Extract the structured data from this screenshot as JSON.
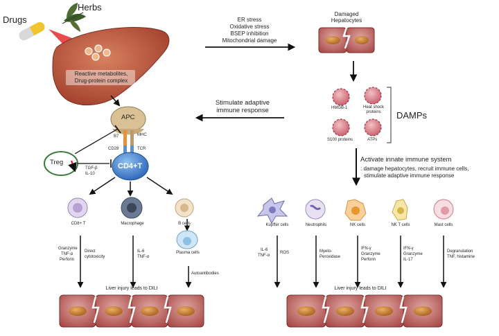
{
  "labels": {
    "drugs": "Drugs",
    "herbs": "Herbs",
    "reactive_metabolites": "Reactive metabolites,",
    "drug_protein_complex": "Drug-protein complex",
    "er_stress": "ER stress",
    "oxidative_stress": "Oxidative stress",
    "bsep_inhibition": "BSEP inhibition",
    "mitochondrial_damage": "Mitochondrial damage",
    "damaged": "Damaged",
    "hepatocytes": "Hepatocytes",
    "stimulate_adaptive": "Stimulate adaptive",
    "immune_response": "immune response",
    "hmgb1": "HMGB-1",
    "heat_shock_1": "Heat shock",
    "heat_shock_2": "proteins",
    "s100": "S100 proteins",
    "atps": "ATPs",
    "damps": "DAMPs",
    "apc": "APC",
    "b7": "B7",
    "mhc": "MHC",
    "cd28": "CD28",
    "tcr": "TCR",
    "treg": "Treg",
    "tgf_beta": "TGF-β",
    "il10": "IL-10",
    "cd4t": "CD4+T",
    "activate_innate": "Activate innate immune system",
    "innate_desc_1": ": damage hepatocytes, recruit immune cells,",
    "innate_desc_2": "stimulate adaptive immune response",
    "cd8t": "CD8+ T",
    "macrophage": "Macrophage",
    "b_cells": "B cells",
    "plasma_cells": "Plasma cells",
    "kupffer": "Kupffer cells",
    "neutrophils": "Neutrophils",
    "nk_cells": "NK cells",
    "nkt_cells": "NK T cells",
    "mast_cells": "Mast cells",
    "granzyme": "Granzyme",
    "tnf_a": "TNF-α",
    "perforin": "Perforin",
    "direct": "Direct",
    "cytotoxicity": "cytotoxicity",
    "il6": "IL-6",
    "autoantibodies": "Autoantibodies",
    "ros": "ROS",
    "myelo": "Myelo-",
    "peroxidase": "Peroxidase",
    "ifn_g": "IFN-γ",
    "il17": "IL-17",
    "degranulation": "Degranulation",
    "tnf_histamine": "TNF, histamine",
    "liver_injury": "Liver injury leads to DILI"
  },
  "colors": {
    "liver": "#b9563f",
    "hepatocyte": "#c4645f",
    "nucleus": "#c47a2e",
    "damp": "#d9868f",
    "cd4": "#3a78c8",
    "apc": "#d4ba8c",
    "arrow_red": "#e02020"
  }
}
